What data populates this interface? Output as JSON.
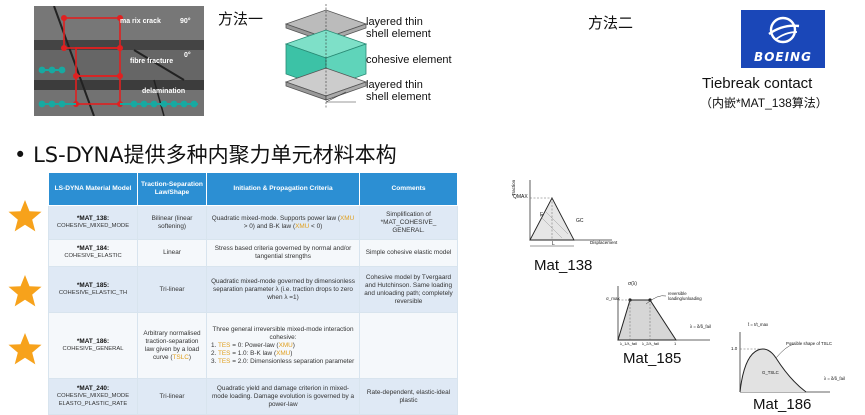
{
  "top": {
    "method_one": "方法一",
    "method_two": "方法二",
    "photo": {
      "matrix_crack": "ma rix crack",
      "angle_90": "90°",
      "fibre_fracture": "fibre fracture",
      "angle_0": "0°",
      "delamination": "delamination"
    },
    "layers": {
      "top": "layered thin shell element",
      "middle": "cohesive element",
      "bottom": "layered thin shell element"
    },
    "logo_text": "BOEING",
    "tiebreak_title": "Tiebreak contact",
    "tiebreak_note": "（内嵌*MAT_138算法）"
  },
  "headline": "LS-DYNA提供多种内聚力单元材料本构",
  "table": {
    "headers": [
      "LS-DYNA Material Model",
      "Traction-Separation Law/Shape",
      "Initiation & Propagation Criteria",
      "Comments"
    ],
    "rows": [
      {
        "name": "*MAT_138:",
        "sub": "COHESIVE_MIXED_MODE",
        "law": "Bilinear (linear softening)",
        "crit_a": "Quadratic mixed-mode. Supports power law (",
        "crit_xmu1": "XMU",
        "crit_b": " > 0) and B-K law (",
        "crit_xmu2": "XMU",
        "crit_c": " < 0)",
        "comment": "Simplification of *MAT_COHESIVE_ GENERAL."
      },
      {
        "name": "*MAT_184:",
        "sub": "COHESIVE_ELASTIC",
        "law": "Linear",
        "crit": "Stress based criteria governed by normal and/or tangential strengths",
        "comment": "Simple cohesive elastic model"
      },
      {
        "name": "*MAT_185:",
        "sub": "COHESIVE_ELASTIC_TH",
        "law": "Tri-linear",
        "crit": "Quadratic mixed-mode governed by dimensionless separation parameter λ (i.e. traction drops to zero when λ =1)",
        "comment": "Cohesive model by Tvergaard and Hutchinson. Same loading and unloading path; completely reversible"
      },
      {
        "name": "*MAT_186:",
        "sub": "COHESIVE_GENERAL",
        "law_a": "Arbitrary normalised traction-separation law given by a load curve (",
        "law_tslc": "TSLC",
        "law_b": ")",
        "crit_head": "Three general irreversible mixed-mode interaction cohesive:",
        "items": [
          {
            "pre": "1.  ",
            "tes": "TES",
            "mid": " = 0: Power-law (",
            "x": "XMU",
            "post": ")"
          },
          {
            "pre": "2.  ",
            "tes": "TES",
            "mid": " = 1.0: B-K law (",
            "x": "XMU",
            "post": ")"
          },
          {
            "pre": "3.  ",
            "tes": "TES",
            "mid": " = 2.0: Dimensionless separation parameter",
            "x": "",
            "post": ""
          }
        ],
        "comment": ""
      },
      {
        "name": "*MAT_240:",
        "sub": "COHESIVE_MIXED_MODE ELASTO_PLASTIC_RATE",
        "law": "Tri-linear",
        "crit": "Quadratic yield and damage criterion in mixed-mode loading. Damage evolution is governed by a power-law",
        "comment": "Rate-dependent, elastic-ideal plastic"
      }
    ]
  },
  "graphs": {
    "mat138": {
      "label": "Mat_138",
      "ylabel": "Traction",
      "xlabel": "Displacement",
      "qmax": "QMAX",
      "e": "E",
      "gc": "GC",
      "l": "L"
    },
    "mat185": {
      "label": "Mat_185",
      "ylabel": "σ(λ)",
      "max": "σ_max",
      "curve_note": "reversible loading/unloading",
      "x_ticks": [
        "λ_1/λ_fail",
        "λ_2/λ_fail",
        "1"
      ],
      "x_end": "λ = δ/δ_fail"
    },
    "mat186": {
      "label": "Mat_186",
      "ylabel": "t̄ = t/t_max",
      "y_tick": "1.0",
      "note": "Possible shape of TSLC",
      "area": "G_TSLC",
      "x_end": "λ = δ/δ_fail"
    }
  },
  "colors": {
    "header_blue": "#2c8fd3",
    "star_orange": "#f7a21b",
    "highlight": "#e0a020",
    "cohesive_teal": "#3cc2a6",
    "boeing_blue": "#1a47b8"
  }
}
